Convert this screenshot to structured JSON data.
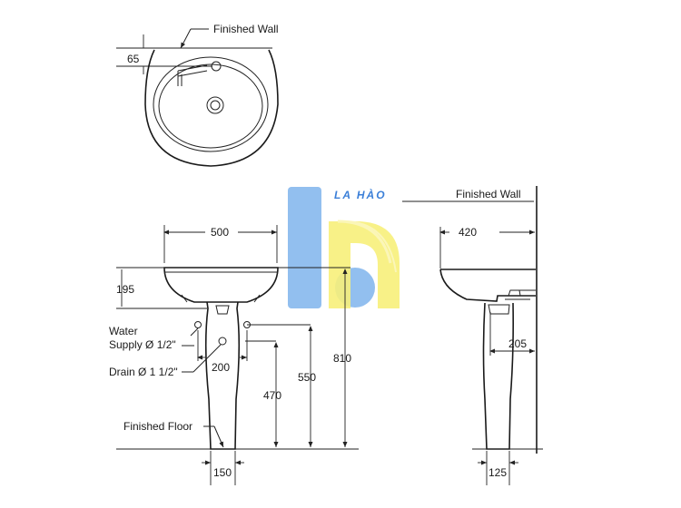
{
  "top_view": {
    "wall_label": "Finished Wall",
    "offset_dim": "65"
  },
  "front_view": {
    "width_dim": "500",
    "depth_dim": "195",
    "water_label": "Water",
    "water_supply_label": "Supply Ø 1/2\"",
    "drain_label": "Drain Ø 1 1/2\"",
    "spacing_dim": "200",
    "drain_height_dim": "470",
    "supply_height_dim": "550",
    "rim_height_dim": "810",
    "floor_label": "Finished Floor",
    "pedestal_base_dim": "150"
  },
  "side_view": {
    "wall_label": "Finished Wall",
    "projection_dim": "420",
    "pedestal_offset_dim": "205",
    "pedestal_base_dim": "125"
  },
  "watermark": {
    "brand_text": "LA HÀO",
    "colors": {
      "blue": "#7fb4ec",
      "yellow": "#f7f07a"
    }
  }
}
